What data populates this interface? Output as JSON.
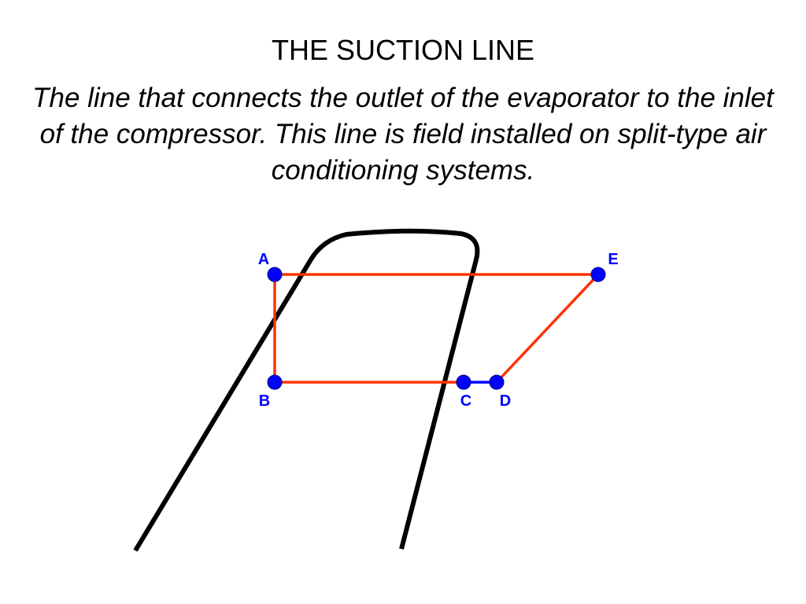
{
  "slide": {
    "title": "THE SUCTION LINE",
    "description": "The line that connects the outlet of the evaporator to the inlet of the compressor. This line is field installed on split-type air conditioning systems."
  },
  "diagram": {
    "colors": {
      "curve": "#000000",
      "cycle_line": "#ff3300",
      "suction_segment": "#0000ff",
      "point_fill": "#0000ff",
      "label": "#0000ff"
    },
    "points": [
      {
        "id": "A",
        "label": "A"
      },
      {
        "id": "B",
        "label": "B"
      },
      {
        "id": "C",
        "label": "C"
      },
      {
        "id": "D",
        "label": "D"
      },
      {
        "id": "E",
        "label": "E"
      }
    ]
  }
}
